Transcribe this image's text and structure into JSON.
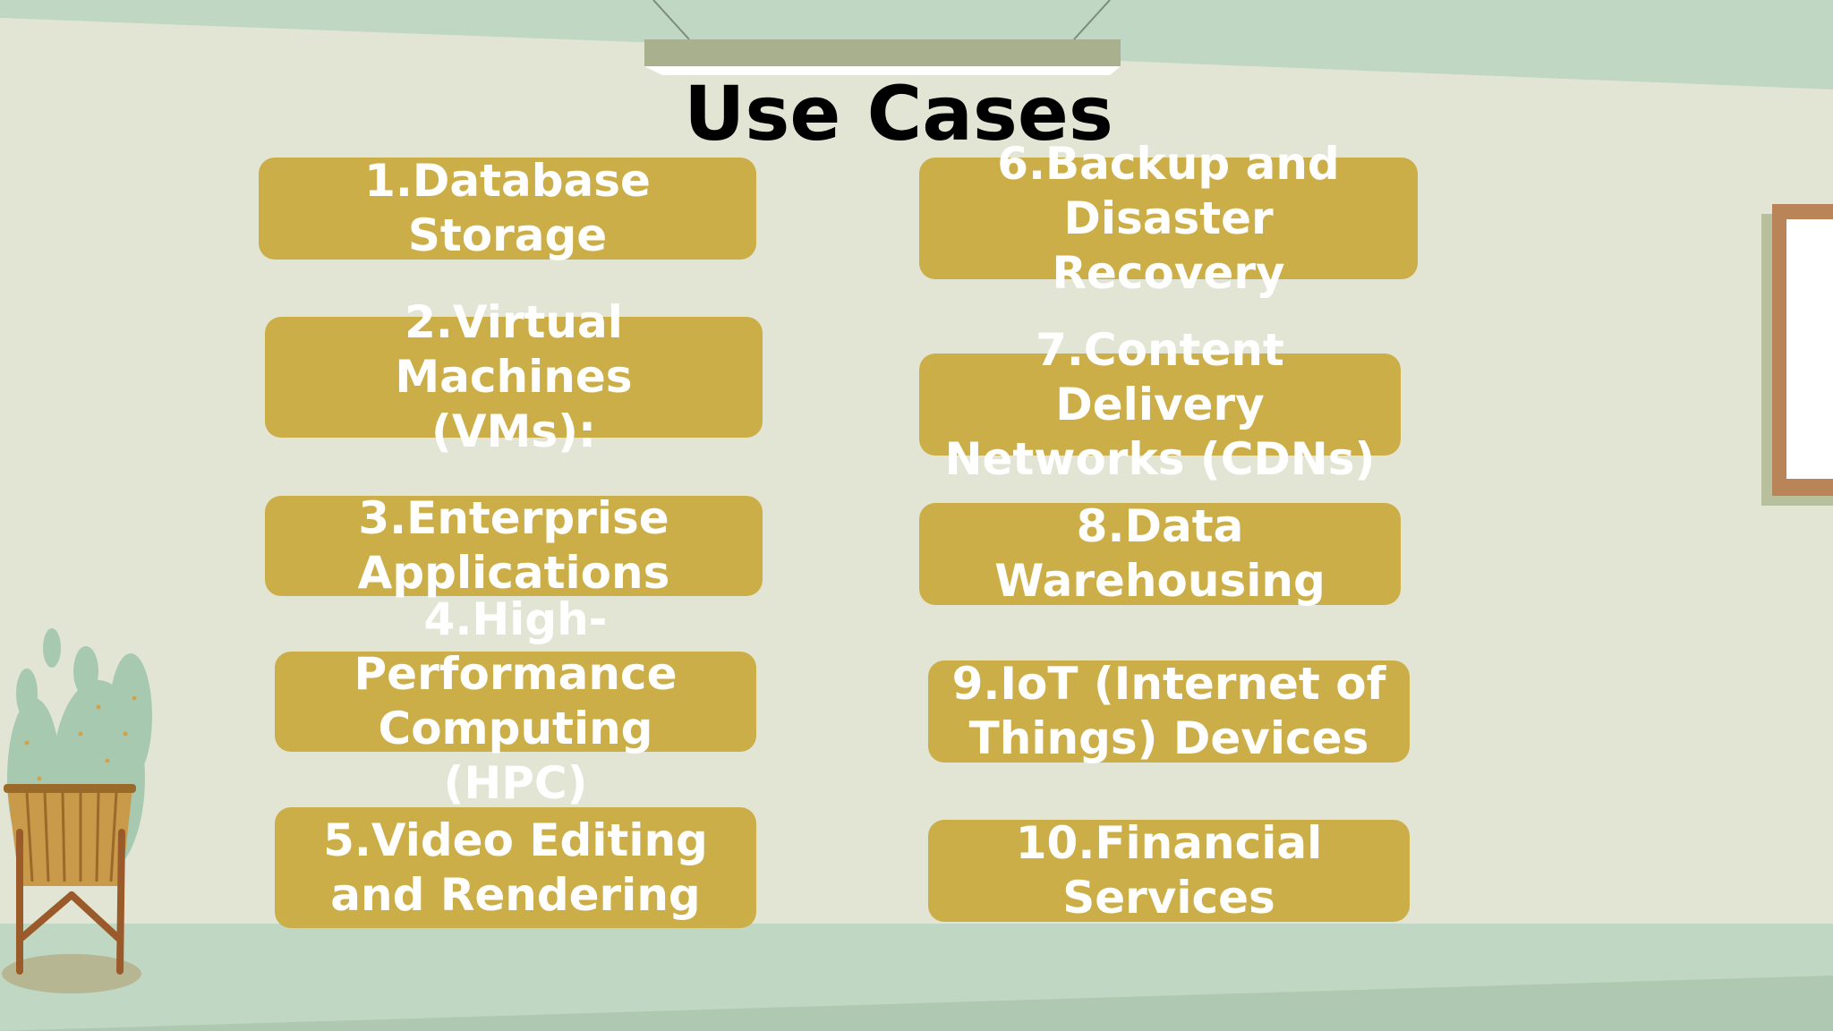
{
  "slide": {
    "title": "Use Cases",
    "items": [
      {
        "label": "1.Database Storage"
      },
      {
        "label": "2.Virtual Machines (VMs):"
      },
      {
        "label": "3.Enterprise Applications"
      },
      {
        "label": "4.High-Performance Computing (HPC)"
      },
      {
        "label": "5.Video Editing and Rendering"
      },
      {
        "label": "6.Backup and Disaster Recovery"
      },
      {
        "label": "7.Content Delivery Networks (CDNs)"
      },
      {
        "label": "8.Data Warehousing"
      },
      {
        "label": "9.IoT (Internet of Things) Devices"
      },
      {
        "label": "10.Financial Services"
      }
    ]
  },
  "colors": {
    "wall": "#e3e5d4",
    "mint": "#c0d7c3",
    "card": "#ccae48",
    "card_text": "#ffffff",
    "title": "#000000",
    "lamp": "#a9b08e",
    "frame": "#b98558",
    "pot": "#c89a4a",
    "cactus": "#a7c9b0"
  },
  "icons": [
    "ceiling-lamp-icon",
    "cactus-plant-icon",
    "picture-frame-icon"
  ]
}
